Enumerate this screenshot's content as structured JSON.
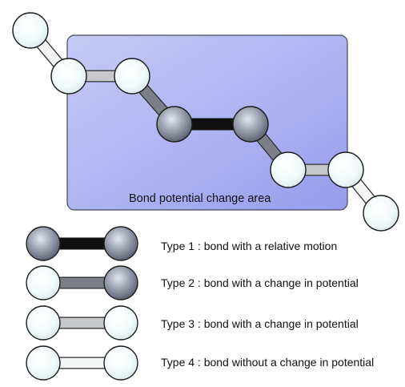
{
  "area": {
    "label": "Bond potential change area"
  },
  "legend": [
    {
      "label": "Type 1 : bond with a relative motion"
    },
    {
      "label": "Type 2 : bond with a change in potential"
    },
    {
      "label": "Type 3 : bond with a change in potential"
    },
    {
      "label": "Type 4 : bond without a change in potential"
    }
  ],
  "colors": {
    "area_fill": "#aab0f2",
    "area_border": "#4a4a5a",
    "bond_type1": "#101010",
    "bond_type2": "#7c7f88",
    "bond_type3": "#c6c8cc",
    "bond_type4": "#f4f6f6",
    "atom_dark": "#6e7484",
    "atom_light": "#eaf6f7"
  }
}
